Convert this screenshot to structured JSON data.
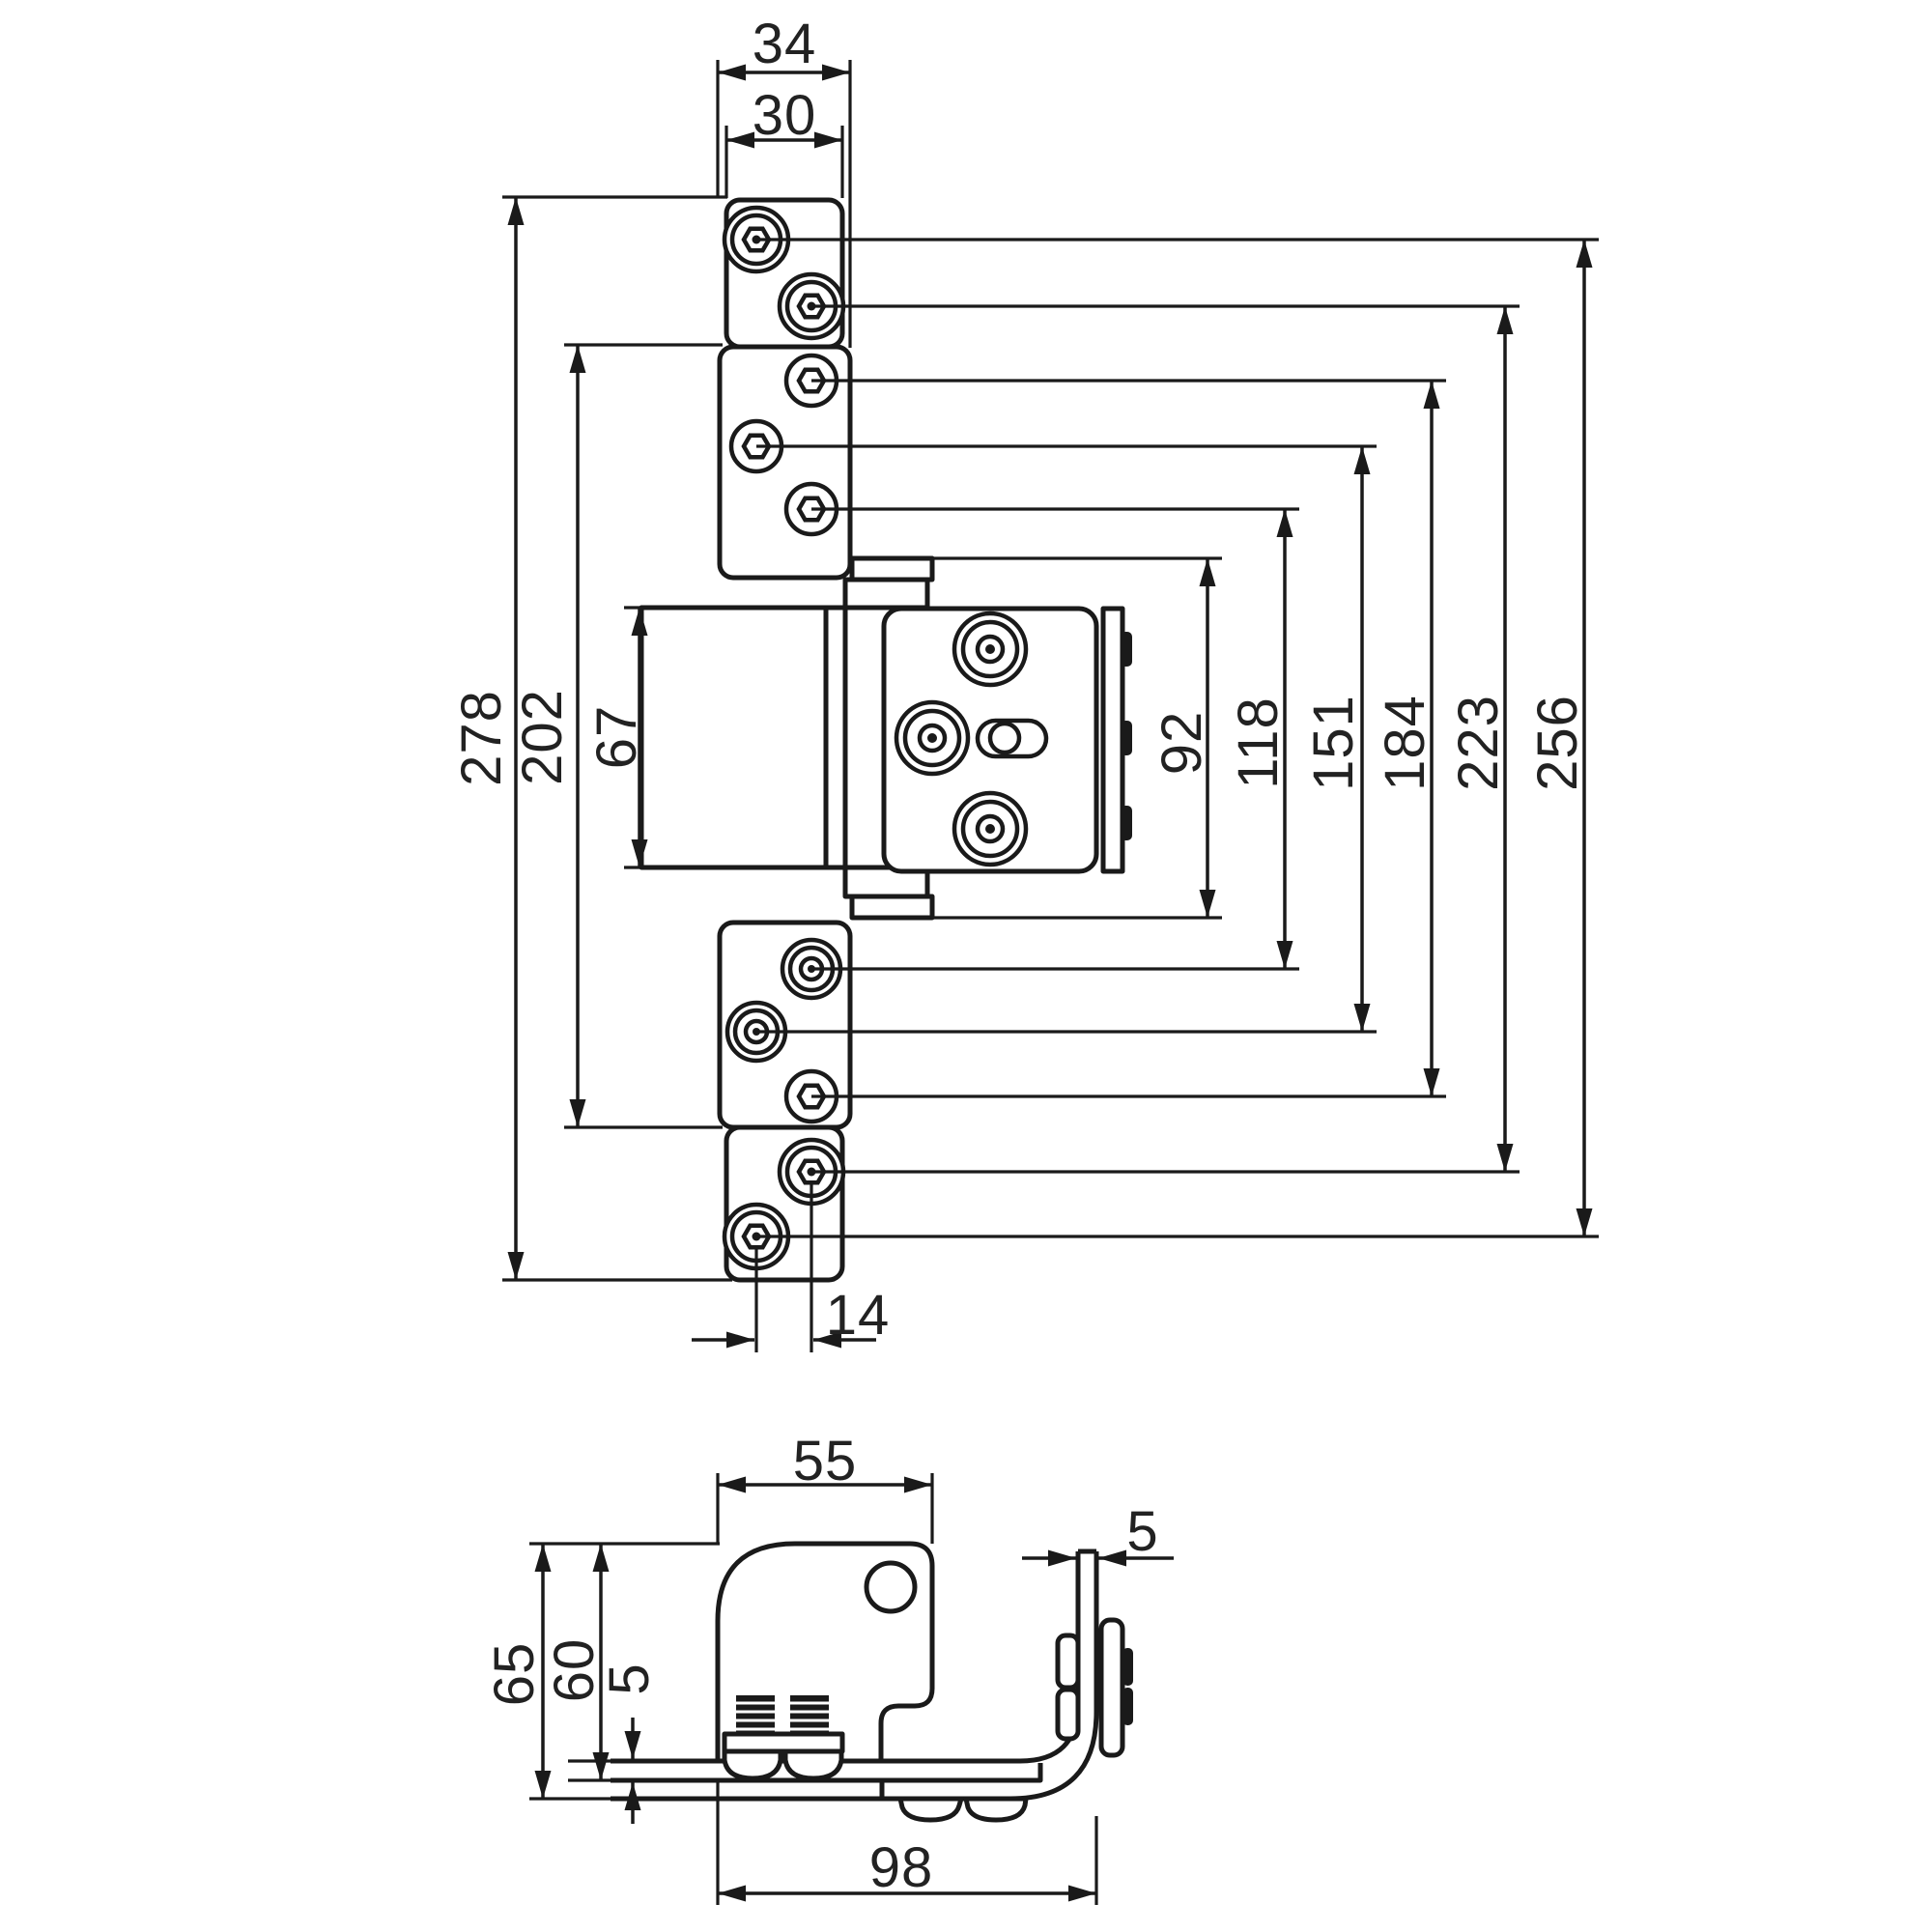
{
  "colors": {
    "ink": "#1a1a1a",
    "background": "#ffffff"
  },
  "dims": {
    "d34": "34",
    "d30": "30",
    "d278": "278",
    "d202": "202",
    "d67": "67",
    "d92": "92",
    "d118": "118",
    "d151": "151",
    "d184": "184",
    "d223": "223",
    "d256": "256",
    "d14": "14",
    "d55": "55",
    "d5_right": "5",
    "d65": "65",
    "d60": "60",
    "d5_left": "5",
    "d98": "98"
  }
}
